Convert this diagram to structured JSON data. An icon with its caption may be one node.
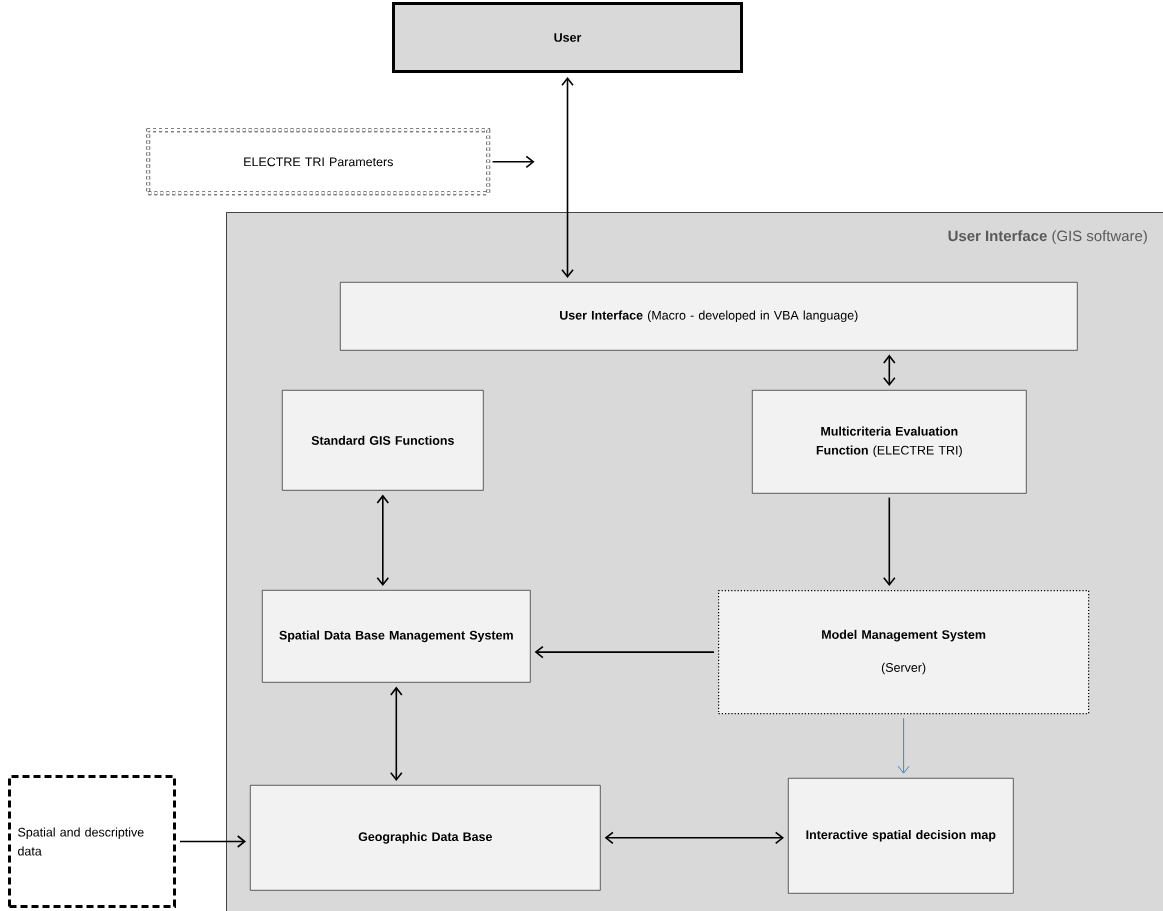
{
  "diagram": {
    "nodes": [
      {
        "text": [
          "User"
        ]
      },
      {
        "text": [
          "ELECTRE TRI Parameters"
        ]
      },
      {
        "text": [
          "**User Interface** (GIS software)"
        ]
      },
      {
        "text": [
          "**User Interface** (Macro - developed in VBA language)"
        ],
        "in": 2
      },
      {
        "text": [
          "Standard GIS Functions"
        ],
        "in": 2
      },
      {
        "text": [
          "**Multicriteria Evaluation Function** (ELECTRE TRI)"
        ],
        "in": 2
      },
      {
        "text": [
          "Spatial Data Base Management System"
        ],
        "in": 2
      },
      {
        "text": [
          "Model Management System",
          "(Server)"
        ],
        "in": 2
      },
      {
        "text": [
          "Geographic Data Base"
        ],
        "in": 2
      },
      {
        "text": [
          "Interactive spatial decision map"
        ],
        "in": 2
      },
      {
        "text": [
          "Spatial and descriptive data"
        ]
      }
    ],
    "edges": [
      {
        "from": 0,
        "to": 3,
        "arrow": "both"
      },
      {
        "from": 1,
        "to": null,
        "arrow": "to"
      },
      {
        "from": 3,
        "to": 5,
        "arrow": "both"
      },
      {
        "from": 5,
        "to": 7,
        "arrow": "to"
      },
      {
        "from": 4,
        "to": 6,
        "arrow": "both"
      },
      {
        "from": 7,
        "to": 6,
        "arrow": "to"
      },
      {
        "from": 6,
        "to": 8,
        "arrow": "both"
      },
      {
        "from": 7,
        "to": 9,
        "arrow": "to",
        "color": "#4f81bd"
      },
      {
        "from": 8,
        "to": 9,
        "arrow": "both"
      },
      {
        "from": 10,
        "to": 8,
        "arrow": "to"
      }
    ]
  }
}
